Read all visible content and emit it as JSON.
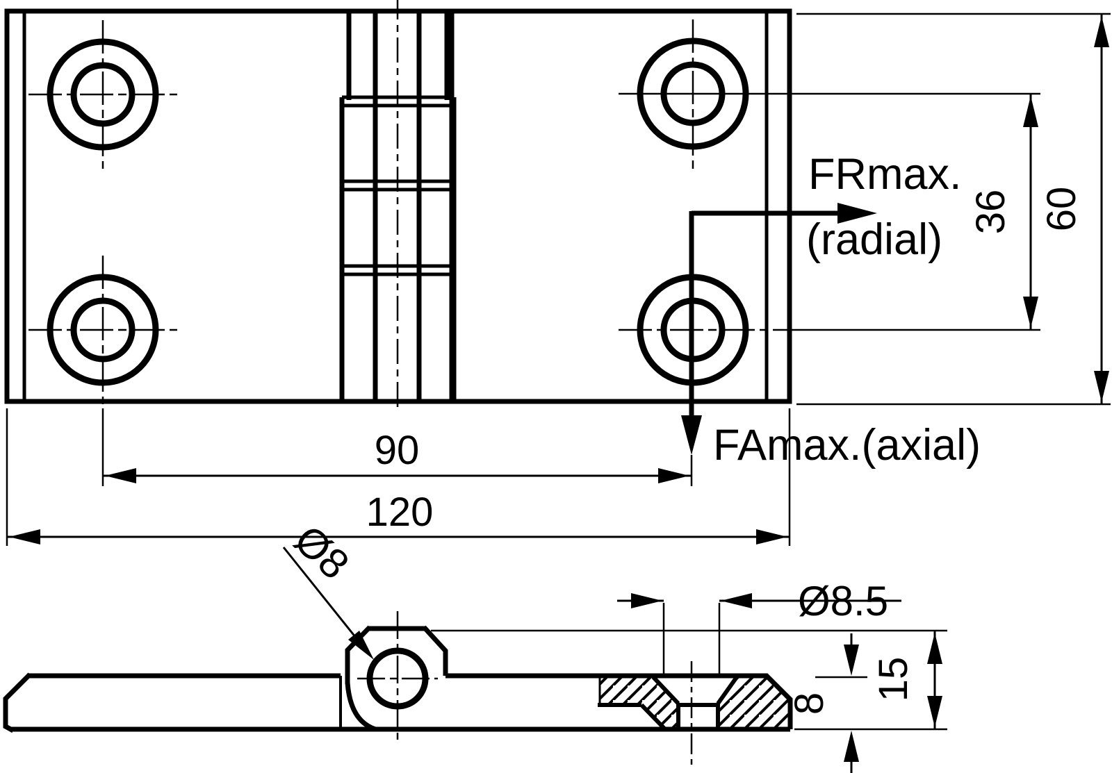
{
  "drawing": {
    "kind": "hinge technical drawing",
    "line_color": "#000000",
    "background_color": "#ffffff",
    "top_view": {
      "dim_hole_spacing_x": "90",
      "dim_overall_width": "120",
      "dim_hole_spacing_y": "36",
      "dim_overall_height": "60",
      "label_radial_force": "FRmax.",
      "label_radial_note": "(radial)",
      "label_axial_force": "FAmax.(axial)"
    },
    "side_view": {
      "dim_pin_diameter": "Ø8",
      "dim_hole_diameter": "Ø8.5",
      "dim_leaf_thickness": "8",
      "dim_knuckle_height": "15"
    }
  }
}
